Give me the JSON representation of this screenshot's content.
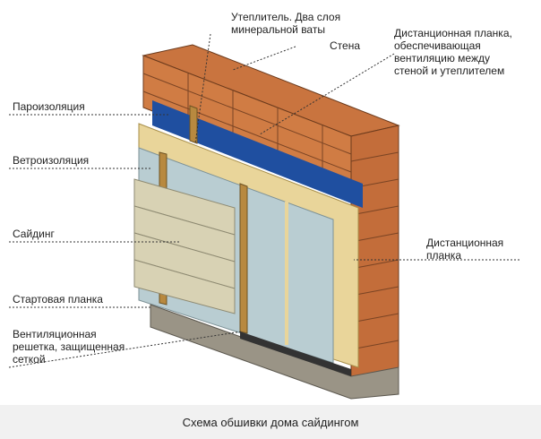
{
  "labels": {
    "insulation": [
      "Утеплитель. Два слоя",
      "минеральной ваты"
    ],
    "wall": "Стена",
    "spacer_top": [
      "Дистанционная планка,",
      "обеспечивающая",
      "вентиляцию между",
      "стеной и утеплителем"
    ],
    "vapor_barrier": "Пароизоляция",
    "wind_barrier": "Ветроизоляция",
    "siding": "Сайдинг",
    "spacer_right": [
      "Дистанционная",
      "планка"
    ],
    "starter_strip": "Стартовая планка",
    "vent_grille": [
      "Вентиляционная",
      "решетка, защищенная",
      "сеткой"
    ]
  },
  "caption": "Схема обшивки дома сайдингом",
  "colors": {
    "brick": "#c9743f",
    "blue": "#1f4fa0",
    "insulation": "#e9d59a",
    "wind": "#b9cdd2",
    "siding": "#d8d2b4"
  }
}
